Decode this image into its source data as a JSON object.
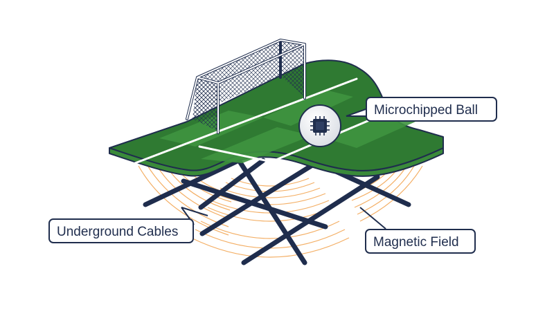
{
  "labels": {
    "ball": "Microchipped Ball",
    "cables": "Underground Cables",
    "field": "Magnetic Field"
  },
  "colors": {
    "outline": "#1f2d4d",
    "turf_dark": "#2f7a32",
    "turf_light": "#3f9440",
    "turf_edge": "#3a8a3a",
    "field_waves": "#f2a14a",
    "cable": "#1f2d4d",
    "ball": "#f4f5f7"
  },
  "icons": {
    "ball_chip": "microchip-icon",
    "goal": "soccer-goal-icon"
  }
}
